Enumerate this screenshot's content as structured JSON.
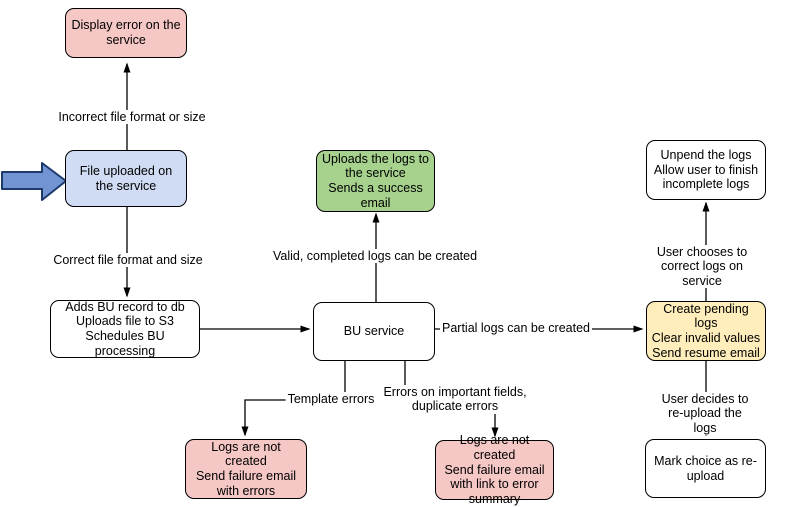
{
  "diagram": {
    "nodes": {
      "display_error": {
        "label": "Display error on the service"
      },
      "file_uploaded": {
        "label": "File uploaded on the service"
      },
      "adds_bu_record": {
        "label": "Adds BU record to db\nUploads file to S3\nSchedules BU processing"
      },
      "bu_service": {
        "label": "BU service"
      },
      "uploads_logs": {
        "label": "Uploads the logs to the service\nSends a success email"
      },
      "unpend_logs": {
        "label": "Unpend the logs\nAllow user to finish incomplete logs"
      },
      "create_pending": {
        "label": "Create pending logs\nClear invalid values\nSend resume email"
      },
      "mark_choice": {
        "label": "Mark choice as re-upload"
      },
      "logs_not_created_errors": {
        "label": "Logs are not created\nSend failure email with errors"
      },
      "logs_not_created_summary": {
        "label": "Logs are not created\nSend failure email with link to error summary"
      }
    },
    "edge_labels": {
      "incorrect": "Incorrect file format or size",
      "correct": "Correct file format and size",
      "valid": "Valid, completed logs can be created",
      "partial": "Partial logs can be created",
      "user_chooses": "User chooses to correct logs on service",
      "user_decides": "User decides to re-upload the logs",
      "template": "Template errors",
      "errors_fields": "Errors on important fields,\nduplicate errors"
    },
    "colors": {
      "node_border": "#000000",
      "edge": "#000000",
      "pink_fill": "#f5c7c5",
      "blue_fill": "#cfdcf3",
      "green_fill": "#a6d28e",
      "yellow_fill": "#ffeebb",
      "white_fill": "#ffffff",
      "entry_arrow_fill": "#7294d3",
      "entry_arrow_stroke": "#1c3a6e"
    }
  }
}
